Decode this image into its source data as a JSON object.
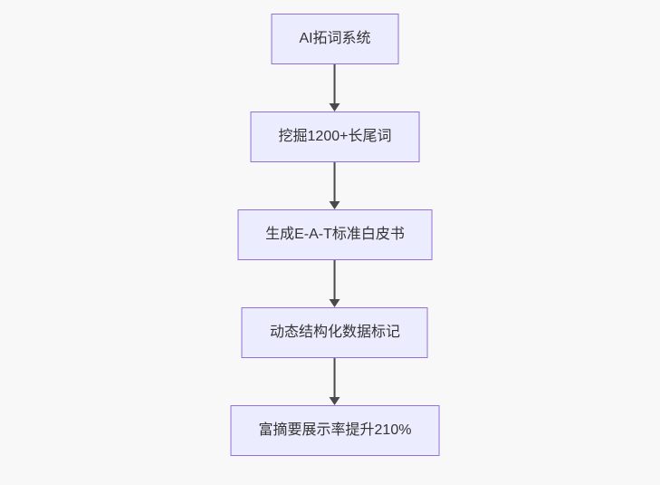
{
  "diagram": {
    "type": "flowchart",
    "direction": "top-down",
    "background_color": "#f8f8f8",
    "node_fill_color": "#ECECFF",
    "node_border_color": "#9370DB",
    "arrow_color": "#4a4a4a",
    "text_color": "#333333",
    "nodes": [
      {
        "id": "n1",
        "label": "AI拓词系统"
      },
      {
        "id": "n2",
        "label": "挖掘1200+长尾词"
      },
      {
        "id": "n3",
        "label": "生成E-A-T标准白皮书"
      },
      {
        "id": "n4",
        "label": "动态结构化数据标记"
      },
      {
        "id": "n5",
        "label": "富摘要展示率提升210%"
      }
    ],
    "edges": [
      {
        "from": "n1",
        "to": "n2"
      },
      {
        "from": "n2",
        "to": "n3"
      },
      {
        "from": "n3",
        "to": "n4"
      },
      {
        "from": "n4",
        "to": "n5"
      }
    ]
  }
}
